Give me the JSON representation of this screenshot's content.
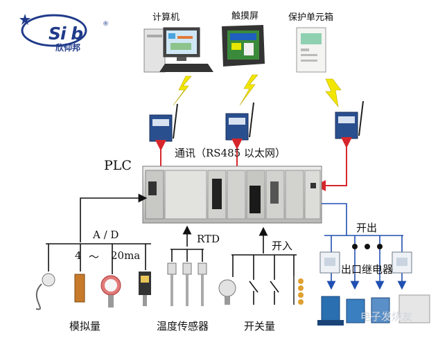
{
  "logo": {
    "brand": "Si b",
    "name": "欣仰邦",
    "reg": "®"
  },
  "devices_top": {
    "computer": "计算机",
    "touchscreen": "触摸屏",
    "protection": "保护单元箱"
  },
  "plc": {
    "title": "PLC",
    "comm": "通讯（RS485 以太网）"
  },
  "inputs": {
    "ad": "A / D",
    "range_low": "4",
    "range_sep": "～",
    "range_high": "20ma",
    "rtd": "RTD",
    "switch_in": "开入",
    "analog": "模拟量",
    "temp_sensor": "温度传感器",
    "switch_qty": "开关量"
  },
  "outputs": {
    "switch_out": "开出",
    "relay": "出口继电器"
  },
  "watermark": "电子发烧友",
  "colors": {
    "arrow_red": "#d6262b",
    "arrow_blue": "#1f4fb0",
    "line_black": "#111111",
    "bolt": "#f2e600",
    "plc_body": "#d9d9d6"
  }
}
